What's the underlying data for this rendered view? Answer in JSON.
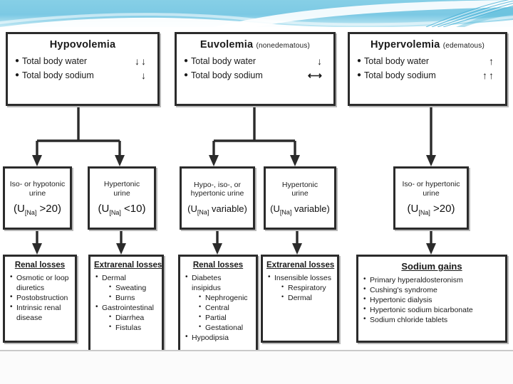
{
  "slide": {
    "banner_label": "decorative-header-banner"
  },
  "diagram": {
    "title_hidden": "Hyponatremia / volume status diagnostic algorithm",
    "top": [
      {
        "name": "hypovolemia",
        "title": "Hypovolemia",
        "subtitle": "",
        "rows": [
          {
            "label": "Total body water",
            "arrows": "↓↓"
          },
          {
            "label": "Total body sodium",
            "arrows": "↓"
          }
        ]
      },
      {
        "name": "euvolemia",
        "title": "Euvolemia",
        "subtitle": "(nonedematous)",
        "rows": [
          {
            "label": "Total body water",
            "arrows": "↓"
          },
          {
            "label": "Total body sodium",
            "arrows": "⟷"
          }
        ]
      },
      {
        "name": "hypervolemia",
        "title": "Hypervolemia",
        "subtitle": "(edematous)",
        "rows": [
          {
            "label": "Total body water",
            "arrows": "↑"
          },
          {
            "label": "Total body sodium",
            "arrows": "↑↑"
          }
        ]
      }
    ],
    "middle": [
      {
        "name": "iso-or-hypotonic-urine",
        "desc_lines": [
          "Iso- or hypotonic",
          "urine"
        ],
        "value_prefix": "(U",
        "value_sub": "[Na]",
        "value_suffix": " >20)"
      },
      {
        "name": "hypertonic-urine-low",
        "desc_lines": [
          "Hypertonic",
          "urine"
        ],
        "value_prefix": "(U",
        "value_sub": "[Na]",
        "value_suffix": " <10)"
      },
      {
        "name": "hypo-iso-or-hypertonic-urine",
        "desc_lines": [
          "Hypo-, iso-, or",
          "hypertonic urine"
        ],
        "value_prefix": "(U",
        "value_sub": "[Na]",
        "value_suffix": " variable)"
      },
      {
        "name": "hypertonic-urine-variable",
        "desc_lines": [
          "Hypertonic",
          "urine"
        ],
        "value_prefix": "(U",
        "value_sub": "[Na]",
        "value_suffix": " variable)"
      },
      {
        "name": "iso-or-hypertonic-urine",
        "desc_lines": [
          "Iso- or hypertonic",
          "urine"
        ],
        "value_prefix": "(U",
        "value_sub": "[Na]",
        "value_suffix": " >20)"
      }
    ],
    "bottom": [
      {
        "name": "renal-losses-hypovolemia",
        "title": "Renal losses",
        "items": [
          {
            "text": "Osmotic or loop diuretics",
            "children": []
          },
          {
            "text": "Postobstruction",
            "children": []
          },
          {
            "text": "Intrinsic renal disease",
            "children": []
          }
        ]
      },
      {
        "name": "extrarenal-losses-hypovolemia",
        "title": "Extrarenal losses",
        "items": [
          {
            "text": "Dermal",
            "children": [
              "Sweating",
              "Burns"
            ]
          },
          {
            "text": "Gastrointestinal",
            "children": [
              "Diarrhea",
              "Fistulas"
            ]
          }
        ]
      },
      {
        "name": "renal-losses-euvolemia",
        "title": "Renal losses",
        "items": [
          {
            "text": "Diabetes insipidus",
            "children": [
              "Nephrogenic",
              "Central",
              "Partial",
              "Gestational"
            ]
          },
          {
            "text": "Hypodipsia",
            "children": []
          }
        ]
      },
      {
        "name": "extrarenal-losses-euvolemia",
        "title": "Extrarenal losses",
        "items": [
          {
            "text": "Insensible losses",
            "children": [
              "Respiratory",
              "Dermal"
            ]
          }
        ]
      },
      {
        "name": "sodium-gains",
        "title": "Sodium gains",
        "items": [
          {
            "text": "Primary hyperaldosteronism",
            "children": []
          },
          {
            "text": "Cushing's syndrome",
            "children": []
          },
          {
            "text": "Hypertonic dialysis",
            "children": []
          },
          {
            "text": "Hypertonic sodium bicarbonate",
            "children": []
          },
          {
            "text": "Sodium chloride tablets",
            "children": []
          }
        ]
      }
    ]
  },
  "colors": {
    "banner_top": "#8fd3e8",
    "banner_bottom": "#bfe7f2",
    "box_border": "#2b2b2b",
    "box_fill": "#ffffff",
    "connector": "#2b2b2b",
    "shadow": "#b9b9b9"
  }
}
